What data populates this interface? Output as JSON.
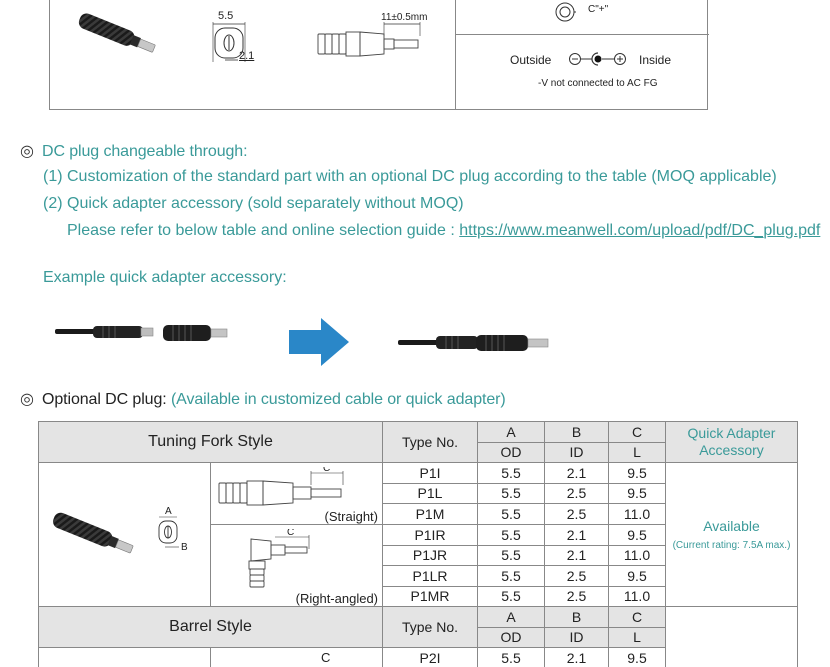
{
  "top_box": {
    "dim_od": "5.5",
    "dim_id": "2.1",
    "dim_len": "11±0.5mm",
    "c_plus": "C\"+\"",
    "outside_label": "Outside",
    "inside_label": "Inside",
    "note": "-V not connected to AC FG"
  },
  "section_dc": {
    "title": "DC plug changeable through:",
    "item1": "(1) Customization of the standard part with an optional DC plug according to the table (MOQ applicable)",
    "item2": "(2) Quick adapter accessory (sold separately without MOQ)",
    "refer_text": "Please refer to below table and online selection guide :",
    "link": "https://www.meanwell.com/upload/pdf/DC_plug.pdf",
    "example_title": "Example quick adapter accessory:"
  },
  "section_optional": {
    "title": "Optional DC plug:",
    "subtitle": "(Available in customized cable or quick adapter)"
  },
  "table": {
    "tuning_header": "Tuning Fork Style",
    "type_no": "Type No.",
    "col_a": "A",
    "col_b": "B",
    "col_c": "C",
    "col_od": "OD",
    "col_id": "ID",
    "col_l": "L",
    "quick_adapter": "Quick Adapter Accessory",
    "available": "Available",
    "rating": "(Current rating: 7.5A max.)",
    "straight": "(Straight)",
    "right_angled": "(Right-angled)",
    "lbl_a": "A",
    "lbl_b": "B",
    "lbl_c": "C",
    "rows": [
      {
        "type": "P1I",
        "a": "5.5",
        "b": "2.1",
        "c": "9.5"
      },
      {
        "type": "P1L",
        "a": "5.5",
        "b": "2.5",
        "c": "9.5"
      },
      {
        "type": "P1M",
        "a": "5.5",
        "b": "2.5",
        "c": "11.0"
      },
      {
        "type": "P1IR",
        "a": "5.5",
        "b": "2.1",
        "c": "9.5"
      },
      {
        "type": "P1JR",
        "a": "5.5",
        "b": "2.1",
        "c": "11.0"
      },
      {
        "type": "P1LR",
        "a": "5.5",
        "b": "2.5",
        "c": "9.5"
      },
      {
        "type": "P1MR",
        "a": "5.5",
        "b": "2.5",
        "c": "11.0"
      }
    ],
    "barrel_header": "Barrel Style",
    "barrel_rows": [
      {
        "type": "P2I",
        "a": "5.5",
        "b": "2.1",
        "c": "9.5"
      }
    ]
  },
  "colors": {
    "accent": "#3a9a99",
    "header_gray": "#e4e4e4",
    "arrow_blue": "#2a87c8"
  }
}
